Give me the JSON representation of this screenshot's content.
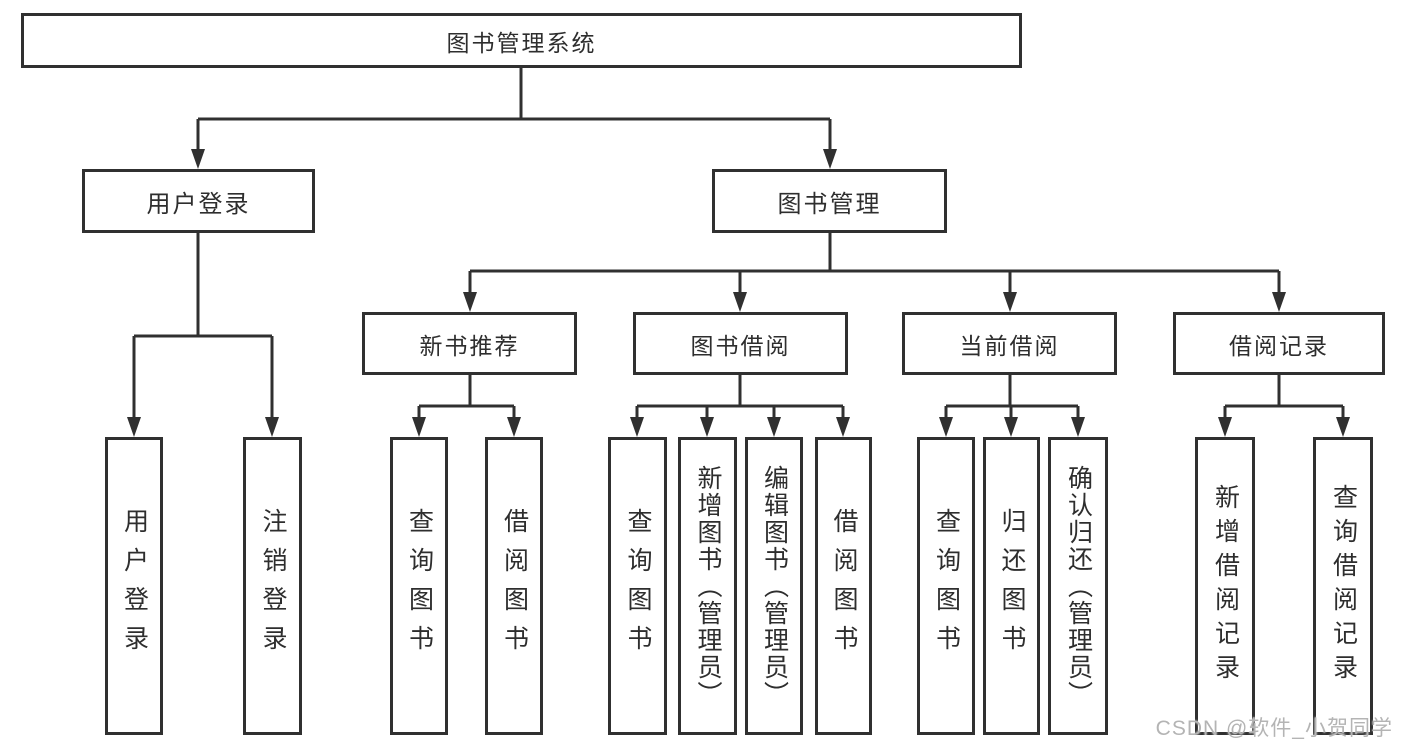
{
  "diagram": {
    "type": "tree",
    "direction": "top-down",
    "root": {
      "label": "图书管理系统",
      "children": [
        {
          "label": "用户登录",
          "children": [
            {
              "label": "用户登录"
            },
            {
              "label": "注销登录"
            }
          ]
        },
        {
          "label": "图书管理",
          "children": [
            {
              "label": "新书推荐",
              "children": [
                {
                  "label": "查询图书"
                },
                {
                  "label": "借阅图书"
                }
              ]
            },
            {
              "label": "图书借阅",
              "children": [
                {
                  "label": "查询图书"
                },
                {
                  "label": "新增图书（管理员）"
                },
                {
                  "label": "编辑图书（管理员）"
                },
                {
                  "label": "借阅图书"
                }
              ]
            },
            {
              "label": "当前借阅",
              "children": [
                {
                  "label": "查询图书"
                },
                {
                  "label": "归还图书"
                },
                {
                  "label": "确认归还（管理员）"
                }
              ]
            },
            {
              "label": "借阅记录",
              "children": [
                {
                  "label": "新增借阅记录"
                },
                {
                  "label": "查询借阅记录"
                }
              ]
            }
          ]
        }
      ]
    }
  },
  "watermark": {
    "text": "CSDN @软件_小贺同学"
  },
  "colors": {
    "background": "#ffffff",
    "box_border": "#303030",
    "line": "#303030",
    "text": "#2e2e2e",
    "watermark": "#b4b4b4"
  }
}
